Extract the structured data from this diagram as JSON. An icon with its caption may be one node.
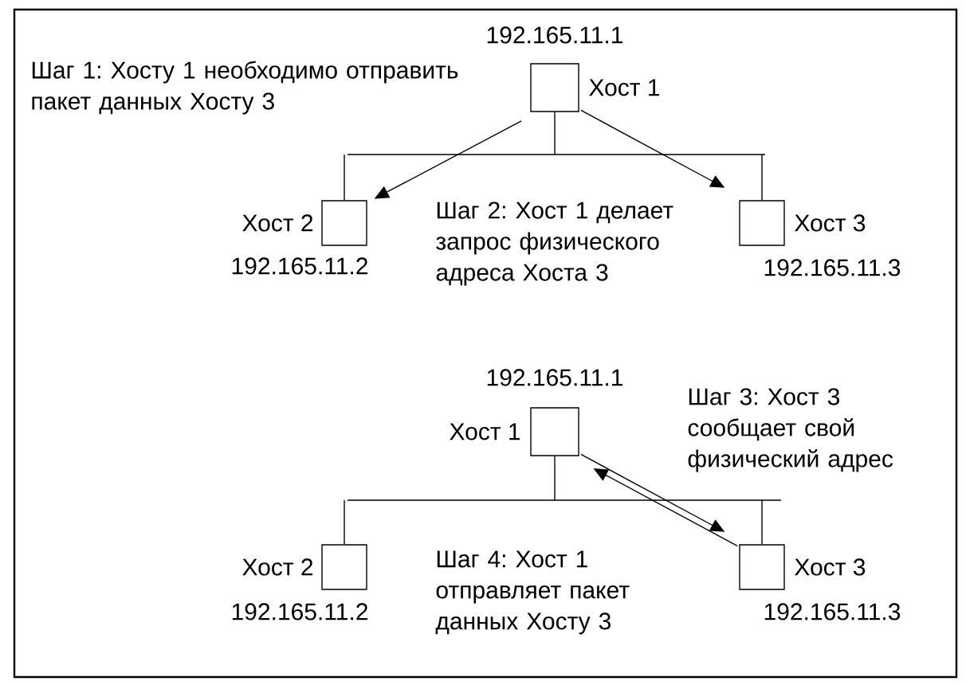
{
  "diagram": {
    "nodes": [
      {
        "text": [],
        "shape": "box",
        "beside": [
          "192.165.11.1",
          "Хост 1"
        ]
      },
      {
        "text": [],
        "shape": "bar"
      },
      {
        "text": [],
        "shape": "box",
        "beside": [
          "Хост 2",
          "192.165.11.2"
        ]
      },
      {
        "text": [],
        "shape": "box",
        "beside": [
          "Хост 3",
          "192.165.11.3"
        ]
      },
      {
        "text": [],
        "shape": "box",
        "beside": [
          "192.165.11.1",
          "Хост 1"
        ]
      },
      {
        "text": [],
        "shape": "bar"
      },
      {
        "text": [],
        "shape": "box",
        "beside": [
          "Хост 2",
          "192.165.11.2"
        ]
      },
      {
        "text": [],
        "shape": "box",
        "beside": [
          "Хост 3",
          "192.165.11.3"
        ]
      }
    ],
    "edges": [
      {
        "from": 0,
        "to": 1,
        "arrow": "none"
      },
      {
        "from": 2,
        "to": 1,
        "arrow": "none"
      },
      {
        "from": 3,
        "to": 1,
        "arrow": "none"
      },
      {
        "from": 0,
        "to": 2,
        "arrow": "to"
      },
      {
        "from": 0,
        "to": 3,
        "arrow": "to"
      },
      {
        "from": 4,
        "to": 5,
        "arrow": "none"
      },
      {
        "from": 6,
        "to": 5,
        "arrow": "none"
      },
      {
        "from": 7,
        "to": 5,
        "arrow": "none"
      },
      {
        "from": 7,
        "to": 4,
        "arrow": "to"
      },
      {
        "from": 4,
        "to": 7,
        "arrow": "to"
      }
    ],
    "labels": [
      "Шаг 1: Хосту 1 необходимо отправить пакет данных Хосту 3",
      "Шаг 2: Хост 1 делает запрос физического адреса Хоста 3",
      "Шаг 3: Хост 3 сообщает свой физический адрес",
      "Шаг 4: Хост 1 отправляет пакет данных Хосту 3"
    ]
  }
}
